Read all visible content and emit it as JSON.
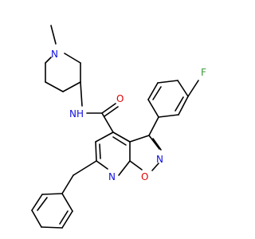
{
  "diagram": {
    "type": "chemical-structure",
    "colors": {
      "carbon_bond": "#000000",
      "nitrogen": "#1010e0",
      "oxygen": "#e00000",
      "fluorine": "#3a9a3a",
      "background": "#ffffff"
    },
    "atom_labels": {
      "fluorine": "F",
      "carbonyl_oxygen": "O",
      "amide_nh": "NH",
      "piperidine_nitrogen": "N",
      "amide_nitrogen_pyridine": "N",
      "isoxazole_nitrogen": "N",
      "isoxazole_oxygen": "O"
    }
  }
}
